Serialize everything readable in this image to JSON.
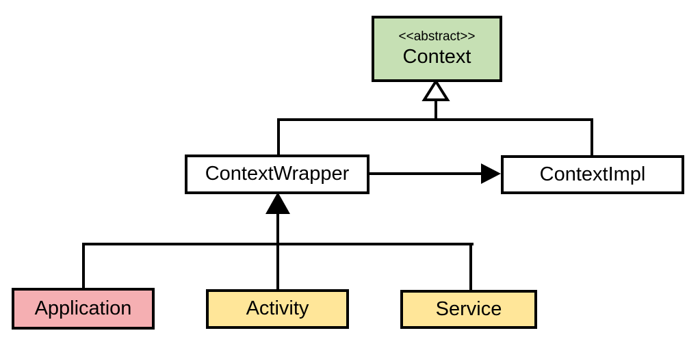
{
  "diagram": {
    "type": "uml-class-diagram",
    "background": "#ffffff",
    "line_color": "#000000",
    "nodes": [
      {
        "id": "context",
        "stereotype": "<<abstract>>",
        "label": "Context",
        "fill": "#c6e0b4"
      },
      {
        "id": "contextwrapper",
        "label": "ContextWrapper",
        "fill": "#ffffff"
      },
      {
        "id": "contextimpl",
        "label": "ContextImpl",
        "fill": "#ffffff"
      },
      {
        "id": "application",
        "label": "Application",
        "fill": "#f5afb2"
      },
      {
        "id": "activity",
        "label": "Activity",
        "fill": "#ffe699"
      },
      {
        "id": "service",
        "label": "Service",
        "fill": "#ffe699"
      }
    ],
    "edges": [
      {
        "from": "ContextWrapper",
        "to": "Context",
        "type": "generalization",
        "arrowhead": "hollow-triangle"
      },
      {
        "from": "ContextImpl",
        "to": "Context",
        "type": "generalization",
        "arrowhead": "hollow-triangle"
      },
      {
        "from": "ContextWrapper",
        "to": "ContextImpl",
        "type": "directed-association",
        "arrowhead": "filled-triangle"
      },
      {
        "from": "Application",
        "to": "ContextWrapper",
        "type": "generalization",
        "arrowhead": "filled-triangle"
      },
      {
        "from": "Activity",
        "to": "ContextWrapper",
        "type": "generalization",
        "arrowhead": "filled-triangle"
      },
      {
        "from": "Service",
        "to": "ContextWrapper",
        "type": "generalization",
        "arrowhead": "filled-triangle"
      }
    ]
  }
}
